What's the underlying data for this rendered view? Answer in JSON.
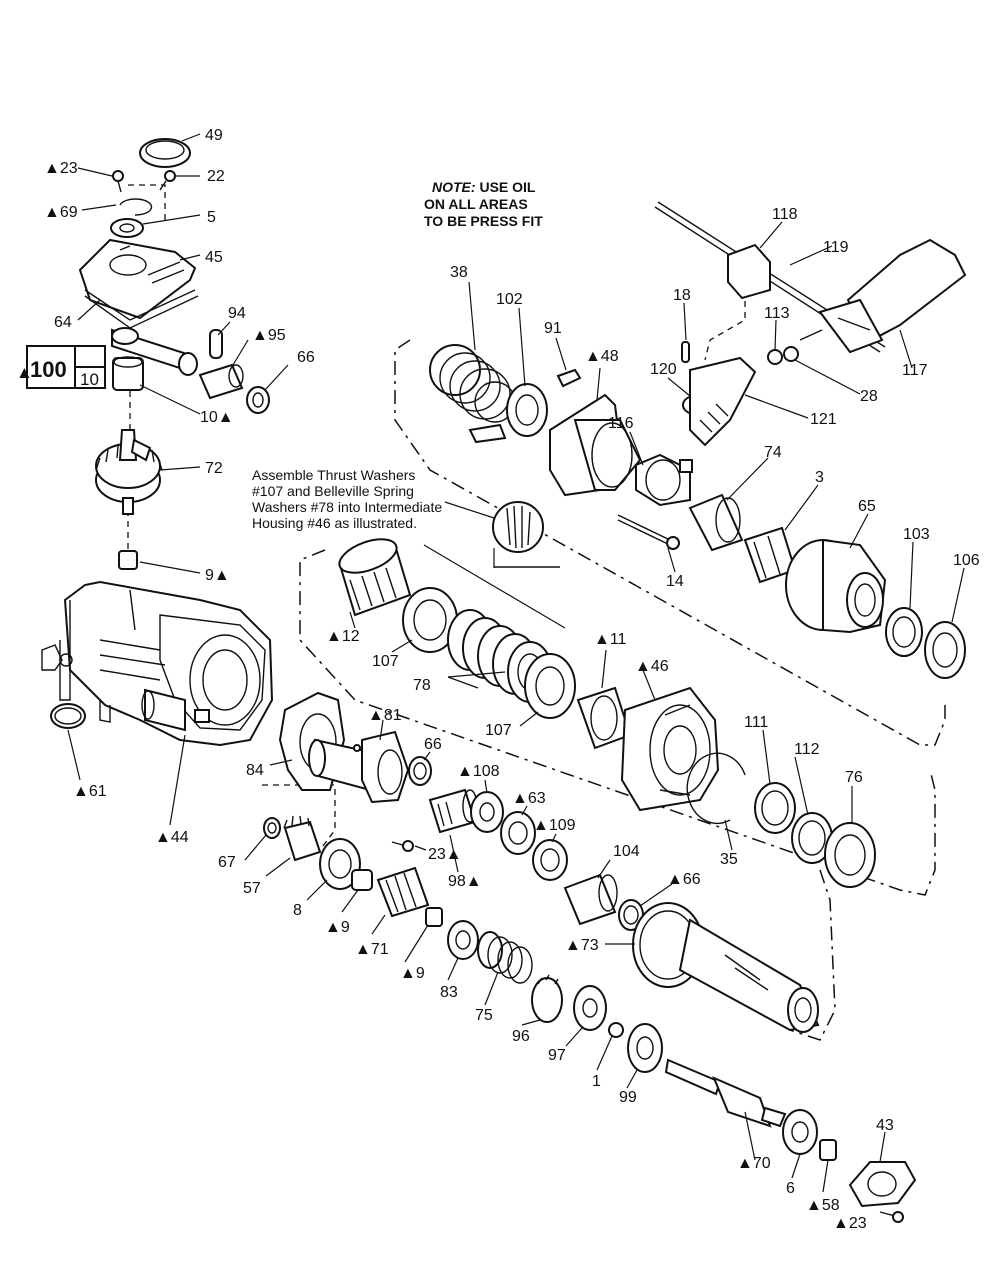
{
  "note": {
    "prefix": "NOTE:",
    "line1_rest": " USE OIL",
    "line2": "ON ALL AREAS",
    "line3": "TO BE PRESS FIT"
  },
  "assembly_note": {
    "line1": "Assemble Thrust Washers",
    "line2": "#107 and Belleville Spring",
    "line3": "Washers #78 into Intermediate",
    "line4": "Housing #46 as illustrated."
  },
  "kit_box": {
    "marker": "▲",
    "number": "100",
    "sub": "10"
  },
  "parts": [
    {
      "id": "p49",
      "text": "49"
    },
    {
      "id": "p23a",
      "text": "▲23"
    },
    {
      "id": "p22",
      "text": "22"
    },
    {
      "id": "p69",
      "text": "▲69"
    },
    {
      "id": "p5",
      "text": "5"
    },
    {
      "id": "p45",
      "text": "45"
    },
    {
      "id": "p64",
      "text": "64"
    },
    {
      "id": "p94",
      "text": "94"
    },
    {
      "id": "p95",
      "text": "▲95"
    },
    {
      "id": "p66a",
      "text": "66"
    },
    {
      "id": "p10",
      "text": "10▲"
    },
    {
      "id": "p72",
      "text": "72"
    },
    {
      "id": "p9a",
      "text": "9▲"
    },
    {
      "id": "p61",
      "text": "▲61"
    },
    {
      "id": "p44",
      "text": "▲44"
    },
    {
      "id": "p84",
      "text": "84"
    },
    {
      "id": "p81",
      "text": "▲81"
    },
    {
      "id": "p66b",
      "text": "66"
    },
    {
      "id": "p67",
      "text": "67"
    },
    {
      "id": "p57",
      "text": "57"
    },
    {
      "id": "p8",
      "text": "8"
    },
    {
      "id": "p23b",
      "text": "23▲"
    },
    {
      "id": "p98",
      "text": "98▲"
    },
    {
      "id": "p108",
      "text": "▲108"
    },
    {
      "id": "p63",
      "text": "▲63"
    },
    {
      "id": "p109",
      "text": "▲109"
    },
    {
      "id": "p9b",
      "text": "▲9"
    },
    {
      "id": "p71",
      "text": "▲71"
    },
    {
      "id": "p9c",
      "text": "▲9"
    },
    {
      "id": "p83",
      "text": "83"
    },
    {
      "id": "p75",
      "text": "75"
    },
    {
      "id": "p96",
      "text": "96"
    },
    {
      "id": "p97",
      "text": "97"
    },
    {
      "id": "p1",
      "text": "1"
    },
    {
      "id": "p99",
      "text": "99"
    },
    {
      "id": "p104",
      "text": "104"
    },
    {
      "id": "p66c",
      "text": "▲66"
    },
    {
      "id": "p73",
      "text": "▲73"
    },
    {
      "id": "p70",
      "text": "▲70"
    },
    {
      "id": "p6",
      "text": "6"
    },
    {
      "id": "p58",
      "text": "▲58"
    },
    {
      "id": "p43",
      "text": "43"
    },
    {
      "id": "p23c",
      "text": "▲23"
    },
    {
      "id": "p12",
      "text": "▲12"
    },
    {
      "id": "p107a",
      "text": "107"
    },
    {
      "id": "p78",
      "text": "78"
    },
    {
      "id": "p107b",
      "text": "107"
    },
    {
      "id": "p11",
      "text": "▲11"
    },
    {
      "id": "p46",
      "text": "▲46"
    },
    {
      "id": "p111",
      "text": "111"
    },
    {
      "id": "p112",
      "text": "112"
    },
    {
      "id": "p76",
      "text": "76"
    },
    {
      "id": "p35",
      "text": "35"
    },
    {
      "id": "p38",
      "text": "38"
    },
    {
      "id": "p102",
      "text": "102"
    },
    {
      "id": "p91",
      "text": "91"
    },
    {
      "id": "p48",
      "text": "▲48"
    },
    {
      "id": "p116",
      "text": "116"
    },
    {
      "id": "p14",
      "text": "14"
    },
    {
      "id": "p74",
      "text": "74"
    },
    {
      "id": "p3",
      "text": "3"
    },
    {
      "id": "p65",
      "text": "65"
    },
    {
      "id": "p103",
      "text": "103"
    },
    {
      "id": "p106",
      "text": "106"
    },
    {
      "id": "p18",
      "text": "18"
    },
    {
      "id": "p120",
      "text": "120"
    },
    {
      "id": "p121",
      "text": "121"
    },
    {
      "id": "p118",
      "text": "118"
    },
    {
      "id": "p119",
      "text": "119"
    },
    {
      "id": "p113",
      "text": "113"
    },
    {
      "id": "p28",
      "text": "28"
    },
    {
      "id": "p117",
      "text": "117"
    }
  ]
}
